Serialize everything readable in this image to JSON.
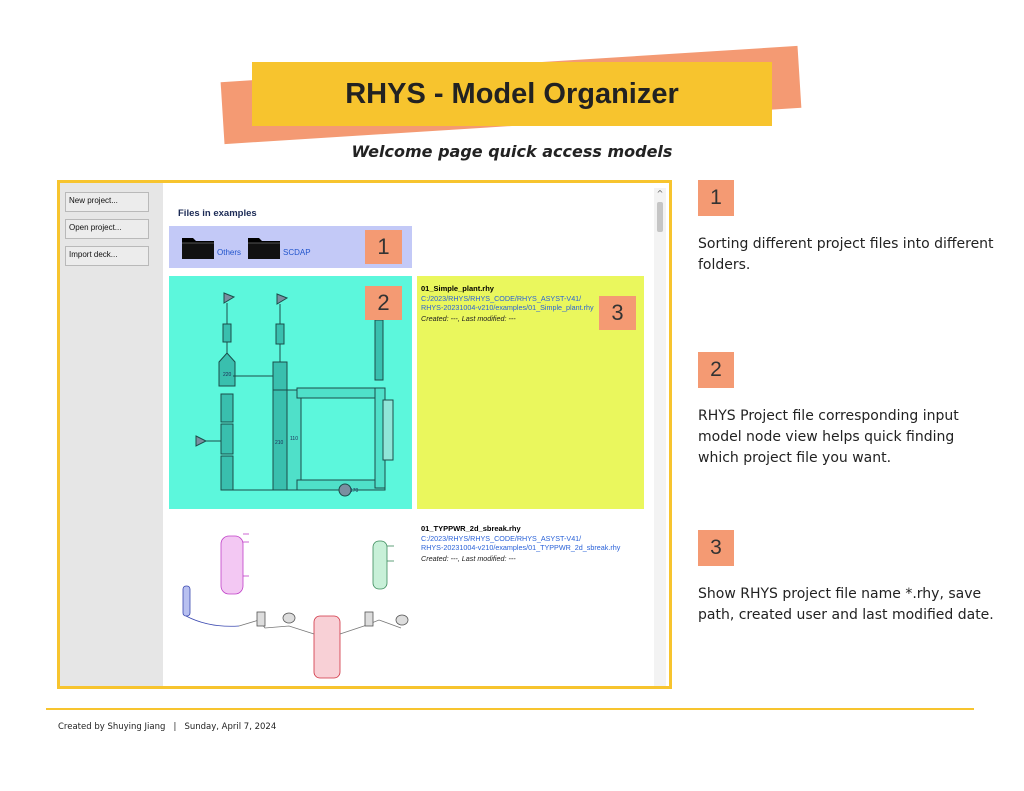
{
  "title": "RHYS - Model Organizer",
  "subtitle": "Welcome page quick access models",
  "sidebar": {
    "new_project": "New project...",
    "open_project": "Open project...",
    "import_deck": "Import deck..."
  },
  "files_header": "Files in examples",
  "folders": [
    "Others",
    "SCDAP"
  ],
  "callouts": [
    "1",
    "2",
    "3"
  ],
  "project_1": {
    "name": "01_Simple_plant.rhy",
    "path_line1": "C:/2023/RHYS/RHYS_CODE/RHYS_ASYST-V41/",
    "path_line2": "RHYS-20231004-v210/examples/01_Simple_plant.rhy",
    "meta": "Created: ---, Last modified: ---"
  },
  "project_2": {
    "name": "01_TYPPWR_2d_sbreak.rhy",
    "path_line1": "C:/2023/RHYS/RHYS_CODE/RHYS_ASYST-V41/",
    "path_line2": "RHYS-20231004-v210/examples/01_TYPPWR_2d_sbreak.rhy",
    "meta": "Created: ---, Last modified: ---"
  },
  "node_labels": [
    "220",
    "210",
    "110",
    "170"
  ],
  "explanations": [
    {
      "num": "1",
      "text": "Sorting different project files into different folders."
    },
    {
      "num": "2",
      "text": "RHYS Project file corresponding input model node view helps quick finding which project file you want."
    },
    {
      "num": "3",
      "text": "Show RHYS project file name *.rhy, save path, created user and last modified date."
    }
  ],
  "footer": {
    "author": "Created by Shuying Jiang",
    "separator": "|",
    "date": "Sunday, April 7, 2024"
  },
  "colors": {
    "accent_yellow": "#f7c42e",
    "accent_salmon": "#f49a73",
    "folder_bg": "#c3c9f7",
    "thumb_cyan": "#5cf7dc",
    "info_yellow": "#eaf75d",
    "path_blue": "#2a62d8"
  }
}
